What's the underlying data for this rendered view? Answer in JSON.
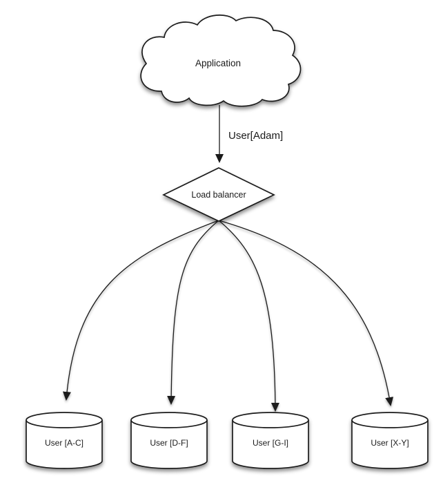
{
  "diagram": {
    "application": {
      "label": "Application"
    },
    "edge_to_balancer": {
      "label": "User[Adam]"
    },
    "load_balancer": {
      "label": "Load balancer"
    },
    "shards": [
      {
        "label": "User [A-C]"
      },
      {
        "label": "User [D-F]"
      },
      {
        "label": "User [G-I]"
      },
      {
        "label": "User [X-Y]"
      }
    ]
  },
  "colors": {
    "stroke": "#1a1a1a",
    "shape_fill": "#ffffff",
    "background": "#ffffff",
    "shadow": "rgba(0,0,0,0.45)"
  }
}
